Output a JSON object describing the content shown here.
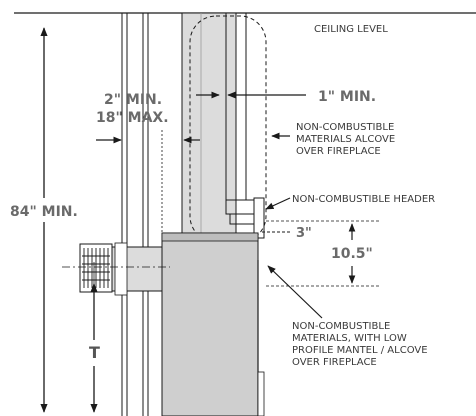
{
  "diagram": {
    "labels": {
      "ceiling_level": "CEILING LEVEL",
      "min_2in": "2\" MIN.",
      "max_18in": "18\" MAX.",
      "min_1in": "1\" MIN.",
      "alcove_1": "NON-COMBUSTIBLE",
      "alcove_2": "MATERIALS ALCOVE",
      "alcove_3": "OVER FIREPLACE",
      "header": "NON-COMBUSTIBLE HEADER",
      "min_84in": "84\" MIN.",
      "dim_3in": "3\"",
      "dim_10_5in": "10.5\"",
      "mantel_1": "NON-COMBUSTIBLE",
      "mantel_2": "MATERIALS, WITH LOW",
      "mantel_3": "PROFILE MANTEL / ALCOVE",
      "mantel_4": "OVER FIREPLACE",
      "t_label": "T"
    },
    "colors": {
      "line": "#1a1a1a",
      "chase": "#dcdcdc",
      "fireplace": "#cfcfcf",
      "text_dark": "#3a3a3a",
      "text_dim": "#6a6a6a"
    }
  }
}
